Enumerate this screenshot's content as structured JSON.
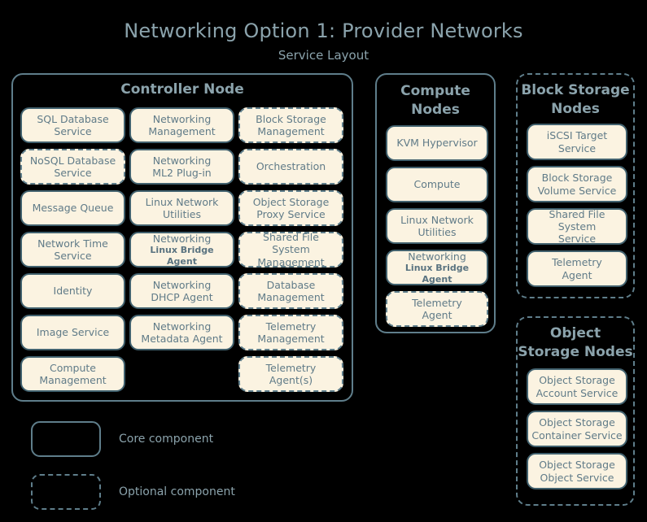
{
  "header": {
    "title": "Networking Option 1: Provider Networks",
    "subtitle": "Service Layout"
  },
  "colors": {
    "background": "#000000",
    "box_fill": "#fbf3e1",
    "box_border": "#41616e",
    "optional_border": "#5f7e8b",
    "title_text": "#8ba3ac",
    "box_text": "#607b88"
  },
  "controller_node": {
    "title": "Controller Node",
    "type": "core",
    "columns": [
      [
        {
          "line1": "SQL Database",
          "line2": "Service",
          "type": "core"
        },
        {
          "line1": "NoSQL Database",
          "line2": "Service",
          "type": "optional"
        },
        {
          "line1": "Message Queue",
          "line2": "",
          "type": "core"
        },
        {
          "line1": "Network Time",
          "line2": "Service",
          "type": "core"
        },
        {
          "line1": "Identity",
          "line2": "",
          "type": "core"
        },
        {
          "line1": "Image Service",
          "line2": "",
          "type": "core"
        },
        {
          "line1": "Compute",
          "line2": "Management",
          "type": "core"
        }
      ],
      [
        {
          "line1": "Networking",
          "line2": "Management",
          "type": "core"
        },
        {
          "line1": "Networking",
          "line2": "ML2 Plug-in",
          "type": "core"
        },
        {
          "line1": "Linux Network",
          "line2": "Utilities",
          "type": "core"
        },
        {
          "line1": "Networking",
          "line2": "Linux Bridge Agent",
          "type": "core",
          "sublabel": true
        },
        {
          "line1": "Networking",
          "line2": "DHCP Agent",
          "type": "core"
        },
        {
          "line1": "Networking",
          "line2": "Metadata Agent",
          "type": "core"
        },
        {
          "line1": "",
          "line2": "",
          "type": "spacer"
        }
      ],
      [
        {
          "line1": "Block Storage",
          "line2": "Management",
          "type": "optional"
        },
        {
          "line1": "Orchestration",
          "line2": "",
          "type": "optional"
        },
        {
          "line1": "Object Storage",
          "line2": "Proxy Service",
          "type": "optional"
        },
        {
          "line1": "Shared File System",
          "line2": "Management",
          "type": "optional"
        },
        {
          "line1": "Database",
          "line2": "Management",
          "type": "optional"
        },
        {
          "line1": "Telemetry",
          "line2": "Management",
          "type": "optional"
        },
        {
          "line1": "Telemetry",
          "line2": "Agent(s)",
          "type": "optional"
        }
      ]
    ]
  },
  "compute_nodes": {
    "title": "Compute\nNodes",
    "title_line1": "Compute",
    "title_line2": "Nodes",
    "type": "core",
    "items": [
      {
        "line1": "KVM Hypervisor",
        "line2": "",
        "type": "core"
      },
      {
        "line1": "Compute",
        "line2": "",
        "type": "core"
      },
      {
        "line1": "Linux Network",
        "line2": "Utilities",
        "type": "core"
      },
      {
        "line1": "Networking",
        "line2": "Linux Bridge Agent",
        "type": "core",
        "sublabel": true
      },
      {
        "line1": "Telemetry",
        "line2": "Agent",
        "type": "optional"
      }
    ]
  },
  "block_storage_nodes": {
    "title_line1": "Block Storage",
    "title_line2": "Nodes",
    "type": "optional",
    "items": [
      {
        "line1": "iSCSI Target",
        "line2": "Service",
        "type": "core"
      },
      {
        "line1": "Block Storage",
        "line2": "Volume Service",
        "type": "core"
      },
      {
        "line1": "Shared File System",
        "line2": "Service",
        "type": "core"
      },
      {
        "line1": "Telemetry",
        "line2": "Agent",
        "type": "core"
      }
    ]
  },
  "object_storage_nodes": {
    "title_line1": "Object",
    "title_line2": "Storage Nodes",
    "type": "optional",
    "items": [
      {
        "line1": "Object Storage",
        "line2": "Account Service",
        "type": "core"
      },
      {
        "line1": "Object Storage",
        "line2": "Container Service",
        "type": "core"
      },
      {
        "line1": "Object Storage",
        "line2": "Object Service",
        "type": "core"
      }
    ]
  },
  "legend": {
    "core_label": "Core component",
    "optional_label": "Optional component"
  }
}
